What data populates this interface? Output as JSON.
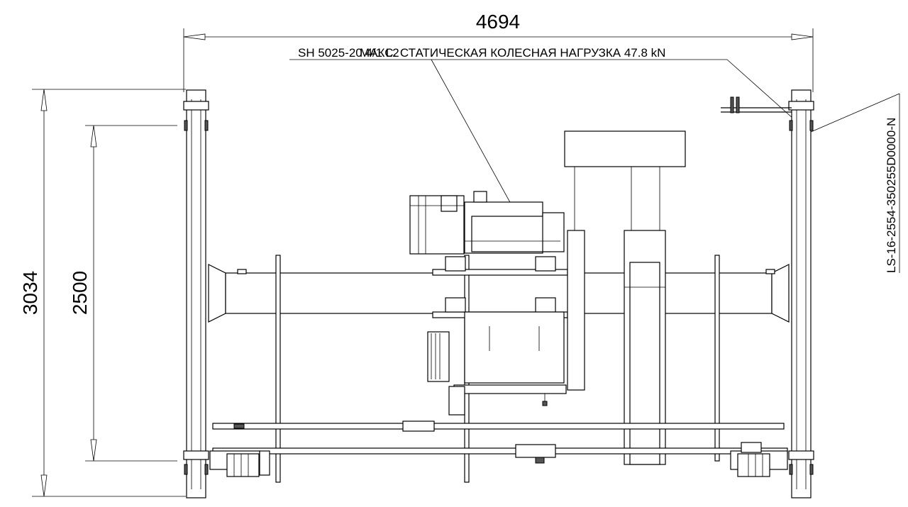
{
  "dimensions": {
    "width_total": "4694",
    "height_total": "3034",
    "height_span": "2500"
  },
  "labels": {
    "hoist_model": "SH 5025-20 4/1 L2",
    "max_wheel_load": "МАКС. СТАТИЧЕСКАЯ КОЛЕСНАЯ НАГРУЗКА 47.8 kN",
    "drawing_number": "LS-16-2554-350255D0000-N"
  }
}
